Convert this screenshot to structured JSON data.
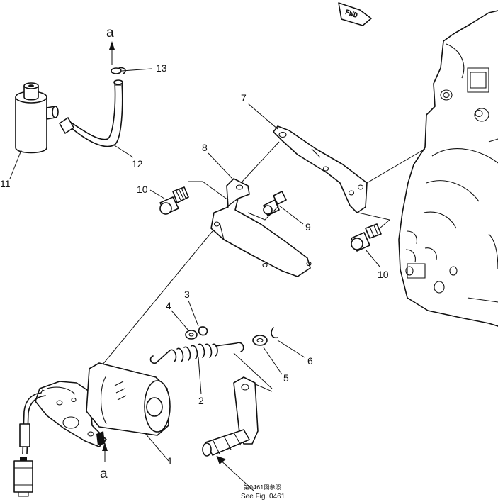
{
  "direction_tag": "FWD",
  "part_labels": {
    "p1": "1",
    "p2": "2",
    "p3": "3",
    "p4": "4",
    "p5": "5",
    "p6": "6",
    "p7": "7",
    "p8": "8",
    "p9": "9",
    "p10a": "10",
    "p10b": "10",
    "p11": "11",
    "p12": "12",
    "p13": "13"
  },
  "connection_markers": {
    "top": "a",
    "bottom": "a"
  },
  "reference_note": {
    "line1": "第0461図参照",
    "line2": "See Fig. 0461"
  }
}
